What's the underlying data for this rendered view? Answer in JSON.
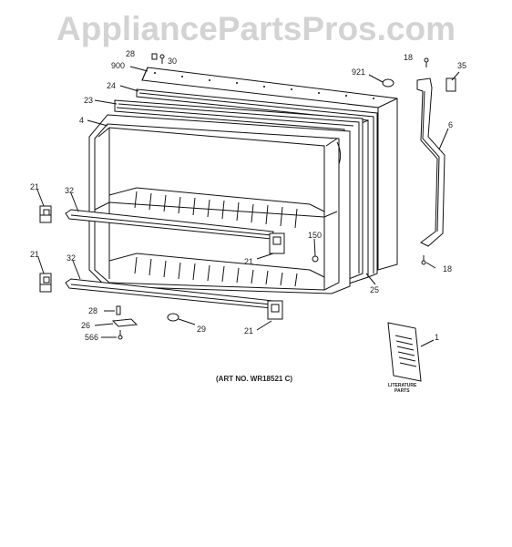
{
  "watermark": "AppliancePartsPros.com",
  "art_number": "(ART NO. WR18521 C)",
  "literature_caption": [
    "LITERATURE",
    "PARTS"
  ],
  "callouts": {
    "c28a": "28",
    "c30": "30",
    "c900": "900",
    "c24": "24",
    "c23": "23",
    "c4": "4",
    "c921": "921",
    "c18a": "18",
    "c35": "35",
    "c6": "6",
    "c21a": "21",
    "c32a": "32",
    "c21b": "21",
    "c32b": "32",
    "c150": "150",
    "c21c": "21",
    "c18b": "18",
    "c25": "25",
    "c28b": "28",
    "c26": "26",
    "c566": "566",
    "c29": "29",
    "c21d": "21",
    "c1": "1"
  }
}
